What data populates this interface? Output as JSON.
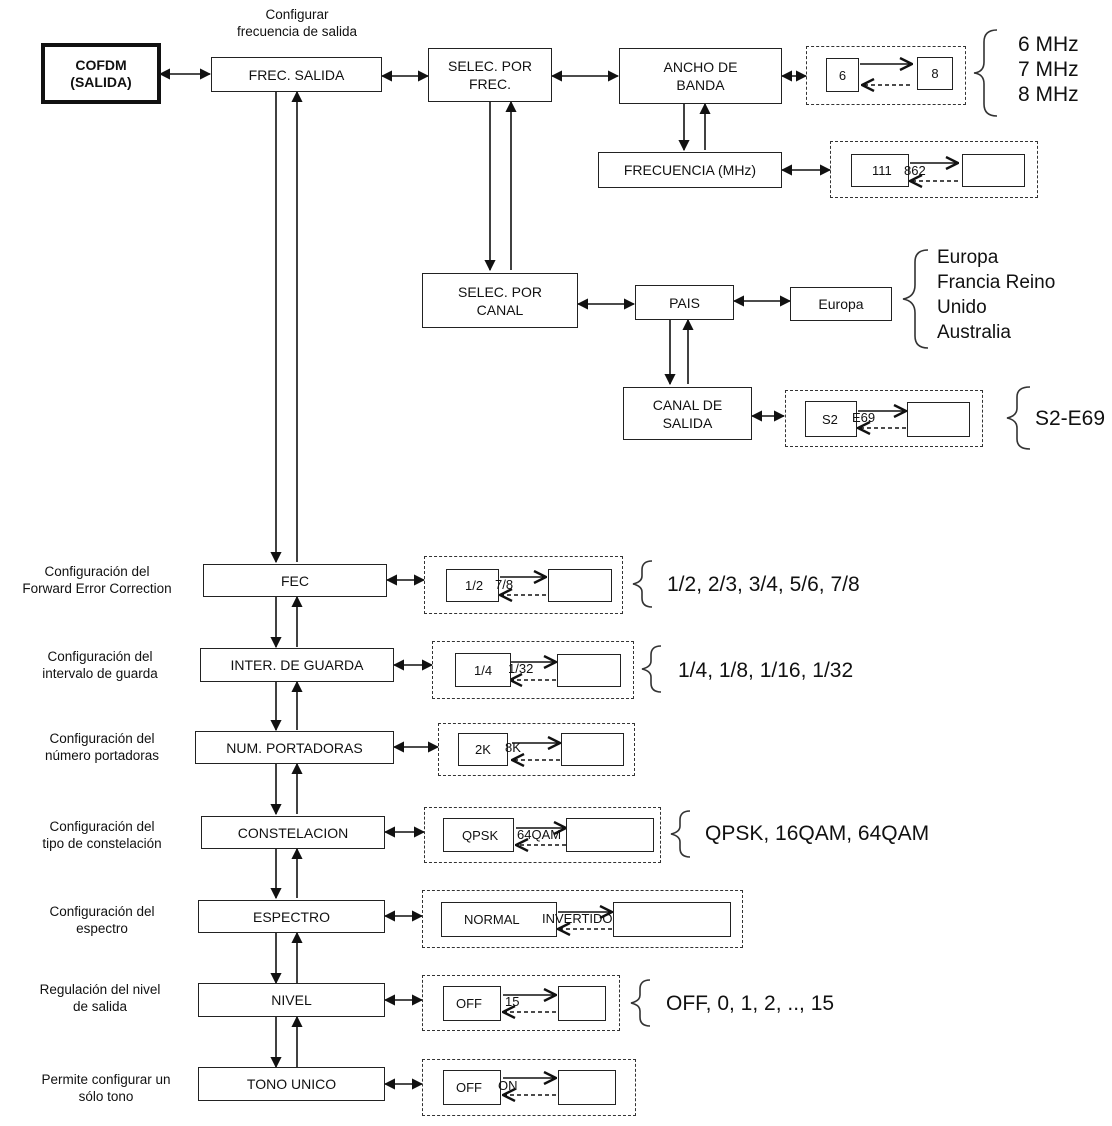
{
  "title_caption": "Configurar\nfrecuencia de salida",
  "root": "COFDM\n(SALIDA)",
  "frec_salida": "FREC. SALIDA",
  "selec_frec": "SELEC. POR\nFREC.",
  "ancho_banda": "ANCHO DE\nBANDA",
  "ancho_values": {
    "from": "6",
    "to": "8"
  },
  "ancho_options": "6 MHz\n7 MHz\n8 MHz",
  "frecuencia": "FRECUENCIA (MHz)",
  "frecuencia_values": {
    "from": "111",
    "to": "862"
  },
  "selec_canal": "SELEC. POR\nCANAL",
  "pais": "PAIS",
  "pais_value": "Europa",
  "pais_options": "Europa\nFrancia Reino\nUnido\nAustralia",
  "canal_salida": "CANAL DE\nSALIDA",
  "canal_values": {
    "from": "S2",
    "to": "E69"
  },
  "canal_options": "S2-E69",
  "params": [
    {
      "caption": "Configuración del\nForward Error Correction",
      "label": "FEC",
      "from": "1/2",
      "to": "7/8",
      "options": "1/2, 2/3, 3/4, 5/6, 7/8"
    },
    {
      "caption": "Configuración del\nintervalo de guarda",
      "label": "INTER. DE GUARDA",
      "from": "1/4",
      "to": "1/32",
      "options": "1/4, 1/8, 1/16, 1/32"
    },
    {
      "caption": "Configuración del\nnúmero portadoras",
      "label": "NUM. PORTADORAS",
      "from": "2K",
      "to": "8K",
      "options": ""
    },
    {
      "caption": "Configuración del\ntipo de constelación",
      "label": "CONSTELACION",
      "from": "QPSK",
      "to": "64QAM",
      "options": "QPSK, 16QAM, 64QAM"
    },
    {
      "caption": "Configuración del\nespectro",
      "label": "ESPECTRO",
      "from": "NORMAL",
      "to": "INVERTIDO",
      "options": ""
    },
    {
      "caption": "Regulación del nivel\nde salida",
      "label": "NIVEL",
      "from": "OFF",
      "to": "15",
      "options": "OFF, 0, 1, 2, .., 15"
    },
    {
      "caption": "Permite configurar un\nsólo tono",
      "label": "TONO UNICO",
      "from": "OFF",
      "to": "ON",
      "options": ""
    }
  ]
}
